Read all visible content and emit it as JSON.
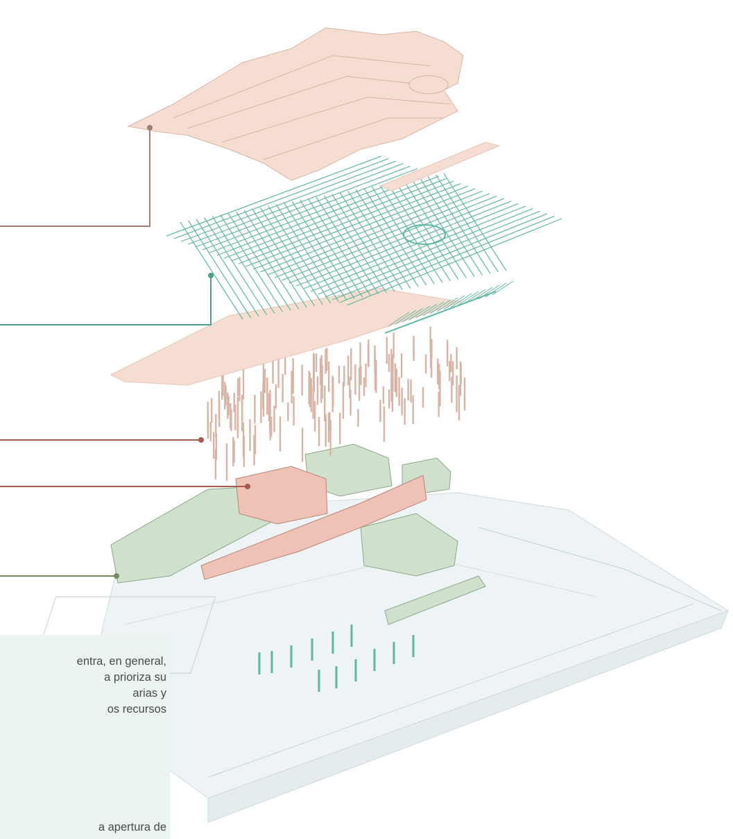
{
  "colors": {
    "roof": "#f6ddd1",
    "roof_stroke": "#d9b4a4",
    "structure": "#5fb8a0",
    "columns": "#d9b4a4",
    "walls_red": "#eec3b6",
    "walls_red_stroke": "#b98576",
    "walls_green": "#cfe0cc",
    "walls_green_stroke": "#8aa887",
    "base": "#eef4f5",
    "base_stroke": "#cfd9db",
    "note_bg": "#eaf4f1",
    "leader_brown": "#a07e75",
    "leader_teal": "#4d9e88",
    "leader_rust": "#a55a4d",
    "leader_green": "#6e8d60"
  },
  "layers": [
    {
      "name": "roof",
      "leader_color": "leader_brown"
    },
    {
      "name": "roof-structure",
      "leader_color": "leader_teal"
    },
    {
      "name": "columns",
      "leader_color": "leader_rust"
    },
    {
      "name": "walls-new",
      "leader_color": "leader_rust"
    },
    {
      "name": "walls-existing",
      "leader_color": "leader_green"
    }
  ],
  "note": {
    "lines": [
      "entra, en general,",
      "a prioriza su",
      "arias y",
      "os recursos",
      "",
      "",
      "a apertura de"
    ]
  }
}
